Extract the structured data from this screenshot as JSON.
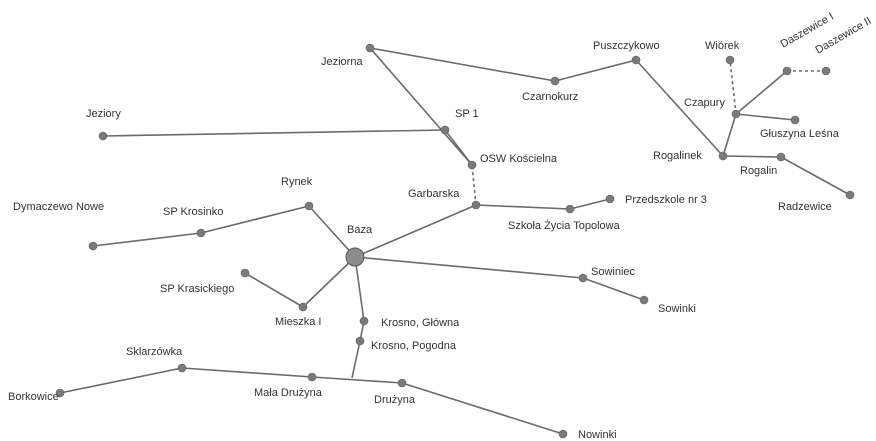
{
  "nodes": [
    {
      "id": "baza",
      "label": "Baza"
    },
    {
      "id": "garbarska",
      "label": "Garbarska"
    },
    {
      "id": "osw",
      "label": "OSW Kościelna"
    },
    {
      "id": "sp1",
      "label": "SP 1"
    },
    {
      "id": "jeziorki",
      "label": "Jeziory"
    },
    {
      "id": "jeziorna",
      "label": "Jeziorna"
    },
    {
      "id": "czarnokurz",
      "label": "Czarnokurz"
    },
    {
      "id": "puszczykowo",
      "label": "Puszczykowo"
    },
    {
      "id": "wiorek",
      "label": "Wiórek"
    },
    {
      "id": "czapury",
      "label": "Czapury"
    },
    {
      "id": "daszewice1",
      "label": "Daszewice I"
    },
    {
      "id": "daszewice2",
      "label": "Daszewice II"
    },
    {
      "id": "gluszyna",
      "label": "Głuszyna Leśna"
    },
    {
      "id": "rogalinek",
      "label": "Rogalinek"
    },
    {
      "id": "rogalin",
      "label": "Rogalin"
    },
    {
      "id": "radzewice",
      "label": "Radzewice"
    },
    {
      "id": "szkola",
      "label": "Szkoła Życia Topolowa"
    },
    {
      "id": "przedszkole",
      "label": "Przedszkole nr 3"
    },
    {
      "id": "rynek",
      "label": "Rynek"
    },
    {
      "id": "spkrosinko",
      "label": "SP Krosinko"
    },
    {
      "id": "dymaczewo",
      "label": "Dymaczewo Nowe"
    },
    {
      "id": "sowiniec",
      "label": "Sowiniec"
    },
    {
      "id": "sowinki",
      "label": "Sowinki"
    },
    {
      "id": "spkrasickiego",
      "label": "SP Krasickiego"
    },
    {
      "id": "mieszka",
      "label": "Mieszka I"
    },
    {
      "id": "krosnoglowna",
      "label": "Krosno, Główna"
    },
    {
      "id": "krosnopogodna",
      "label": "Krosno, Pogodna"
    },
    {
      "id": "sklarzowka",
      "label": "Sklarzówka"
    },
    {
      "id": "borkowice",
      "label": "Borkowice"
    },
    {
      "id": "maladruzyna",
      "label": "Mała Drużyna"
    },
    {
      "id": "druzyna",
      "label": "Drużyna"
    },
    {
      "id": "nowinki",
      "label": "Nowinki"
    }
  ],
  "edges": [
    [
      "baza",
      "garbarska"
    ],
    [
      "garbarska",
      "osw"
    ],
    [
      "osw",
      "sp1"
    ],
    [
      "sp1",
      "jeziorki"
    ],
    [
      "osw",
      "jeziorna"
    ],
    [
      "jeziorna",
      "czarnokurz"
    ],
    [
      "czarnokurz",
      "puszczykowo"
    ],
    [
      "puszczykowo",
      "rogalinek"
    ],
    [
      "rogalinek",
      "czapury"
    ],
    [
      "czapury",
      "wiorek"
    ],
    [
      "czapury",
      "daszewice1"
    ],
    [
      "daszewice1",
      "daszewice2"
    ],
    [
      "czapury",
      "gluszyna"
    ],
    [
      "rogalinek",
      "rogalin"
    ],
    [
      "rogalin",
      "radzewice"
    ],
    [
      "garbarska",
      "szkola"
    ],
    [
      "szkola",
      "przedszkole"
    ],
    [
      "baza",
      "rynek"
    ],
    [
      "rynek",
      "spkrosinko"
    ],
    [
      "spkrosinko",
      "dymaczewo"
    ],
    [
      "baza",
      "sowiniec"
    ],
    [
      "sowiniec",
      "sowinki"
    ],
    [
      "baza",
      "mieszka"
    ],
    [
      "mieszka",
      "spkrasickiego"
    ],
    [
      "baza",
      "krosnoglowna"
    ],
    [
      "krosnoglowna",
      "krosnopogodna"
    ],
    [
      "krosnopogodna",
      "junction"
    ],
    [
      "sklarzowka",
      "borkowice"
    ],
    [
      "sklarzowka",
      "maladruzyna"
    ],
    [
      "maladruzyna",
      "druzyna"
    ],
    [
      "druzyna",
      "nowinki"
    ]
  ]
}
